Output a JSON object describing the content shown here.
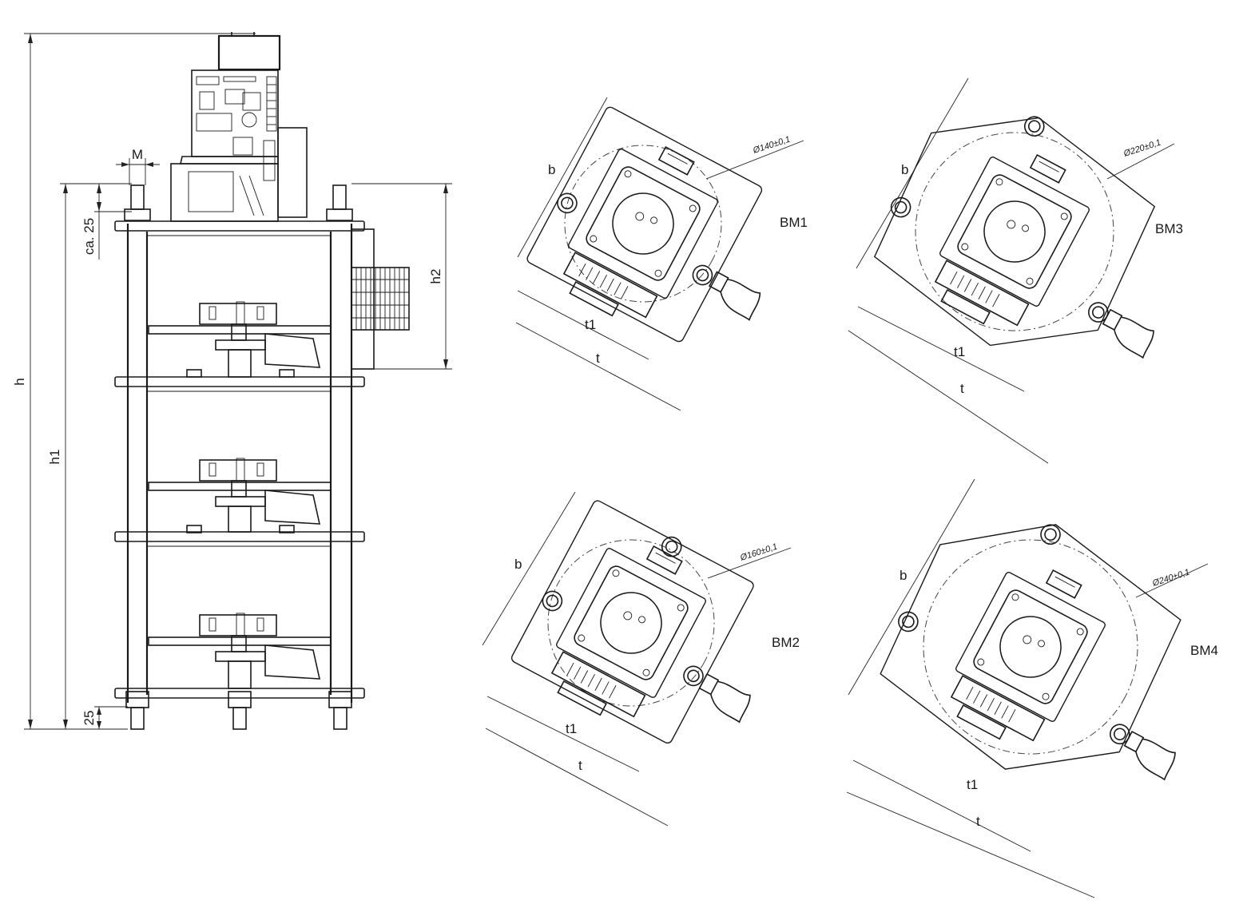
{
  "side_view": {
    "dim_h": "h",
    "dim_h1": "h1",
    "dim_h2": "h2",
    "dim_m": "M",
    "dim_ca": "ca. 25",
    "dim_25": "25"
  },
  "modules": [
    {
      "id": "bm1",
      "label": "BM1",
      "diameter": "Ø140±0,1",
      "b": "b",
      "t1": "t1",
      "t": "t"
    },
    {
      "id": "bm2",
      "label": "BM2",
      "diameter": "Ø160±0,1",
      "b": "b",
      "t1": "t1",
      "t": "t"
    },
    {
      "id": "bm3",
      "label": "BM3",
      "diameter": "Ø220±0,1",
      "b": "b",
      "t1": "t1",
      "t": "t"
    },
    {
      "id": "bm4",
      "label": "BM4",
      "diameter": "Ø240±0,1",
      "b": "b",
      "t1": "t1",
      "t": "t"
    }
  ]
}
